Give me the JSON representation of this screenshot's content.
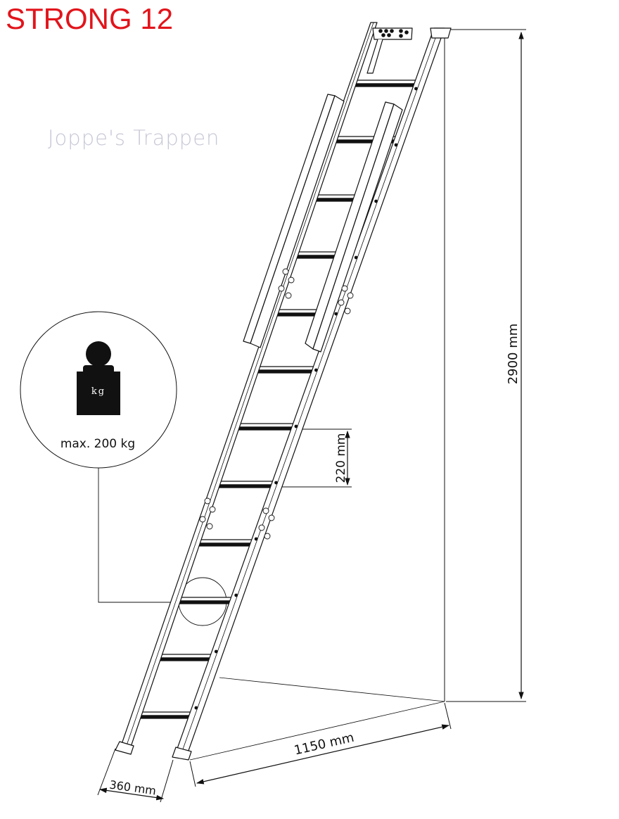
{
  "title": "STRONG 12",
  "brand": "Joppe's Trappen",
  "capacity": {
    "icon": "weight-kg-icon",
    "icon_text": "kg",
    "label": "max. 200 kg"
  },
  "dimensions": {
    "height": "2900 mm",
    "step_spacing": "220 mm",
    "depth": "1150 mm",
    "width": "360 mm"
  },
  "colors": {
    "title": "#e2141b",
    "brand": "#c7c7d6",
    "line": "#111111"
  }
}
